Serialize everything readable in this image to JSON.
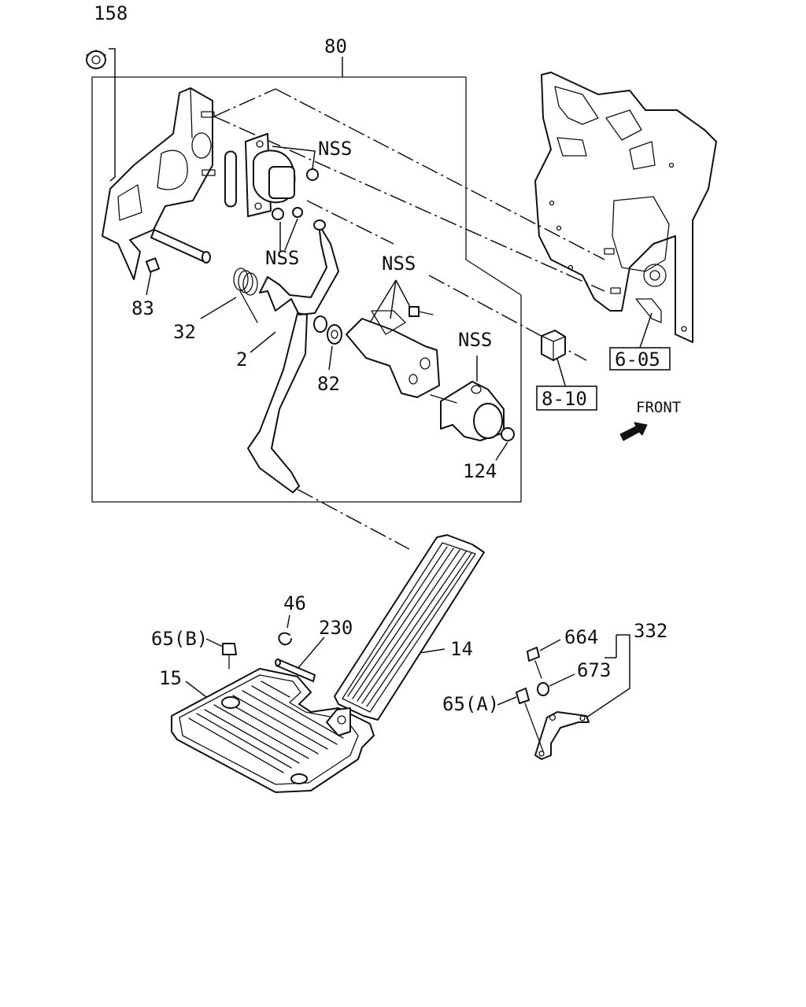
{
  "labels": {
    "p158": "158",
    "p80": "80",
    "nss1": "NSS",
    "nss2": "NSS",
    "nss3": "NSS",
    "nss4": "NSS",
    "p83": "83",
    "p32": "32",
    "p2": "2",
    "p82": "82",
    "p124": "124",
    "ref605": "6-05",
    "ref810": "8-10",
    "front": "FRONT",
    "p46": "46",
    "p230": "230",
    "p65b": "65(B)",
    "p14": "14",
    "p15": "15",
    "p664": "664",
    "p332": "332",
    "p673": "673",
    "p65a": "65(A)"
  }
}
